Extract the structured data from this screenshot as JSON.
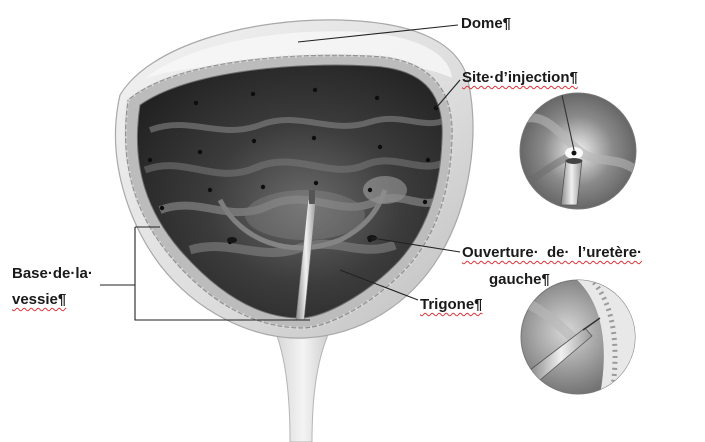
{
  "labels": {
    "dome": "Dome¶",
    "site_injection": "Site·d’injection¶",
    "base_line1": "Base·de·la·",
    "base_line2": "vessie¶",
    "ouverture_line1": "Ouverture·  de·  l’uretère·",
    "ouverture_line2": "gauche¶",
    "trigone": "Trigone¶"
  },
  "colors": {
    "text": "#1a1a1a",
    "spellcheck_underline": "#d9343a",
    "leader_line": "#222222",
    "outer_wall": "#e6e6e6",
    "muscle_layer": "#bdbdbd",
    "cavity_dark": "#2e2e2e"
  }
}
